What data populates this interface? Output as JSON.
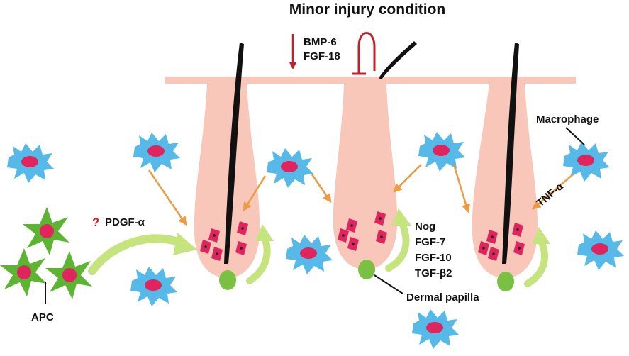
{
  "title": "Minor injury condition",
  "labels": {
    "bmp6": "BMP-6",
    "fgf18": "FGF-18",
    "macrophage": "Macrophage",
    "tnf": "TNF-α",
    "pdgf_q": "?",
    "pdgf": "PDGF-α",
    "apc": "APC",
    "dermal_papilla": "Dermal papilla",
    "factors": [
      "Nog",
      "FGF-7",
      "FGF-10",
      "TGF-β2"
    ]
  },
  "colors": {
    "skin": "#f8c7b9",
    "macrophage": "#56b9e8",
    "nucleus": "#e0245e",
    "apc": "#5cb531",
    "papilla": "#7ac143",
    "arrow_orange": "#ee9a40",
    "arrow_green": "#c6e47e",
    "inhibit": "#c81e2a",
    "hair": "#111111"
  }
}
